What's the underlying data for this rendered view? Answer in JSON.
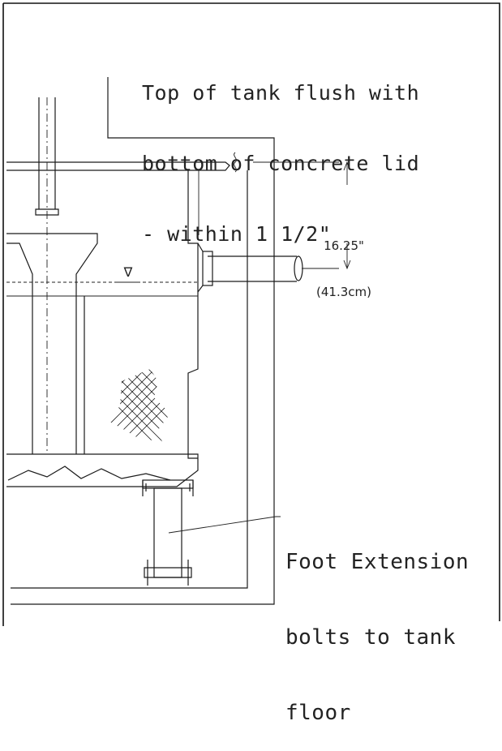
{
  "callouts": {
    "top_note": [
      "Top of tank flush with",
      "bottom of concrete lid",
      "- within 1 1/2\""
    ],
    "foot_note": [
      "Foot Extension",
      "bolts to tank",
      "floor"
    ]
  },
  "dimension": {
    "primary": "16.25\"",
    "secondary": "(41.3cm)"
  },
  "water_level_symbol": "∇"
}
